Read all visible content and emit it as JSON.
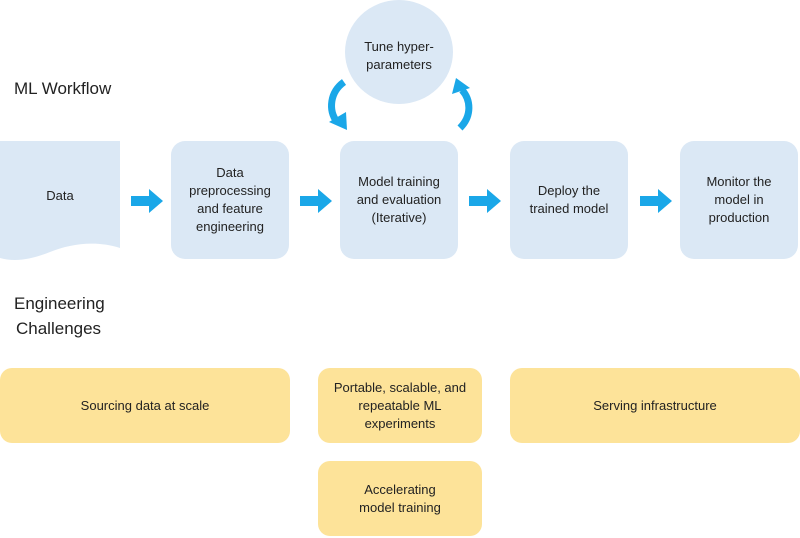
{
  "workflow": {
    "title": "ML Workflow",
    "data_label": "Data",
    "stages": [
      [
        "Data",
        "preprocessing",
        "and feature",
        "engineering"
      ],
      [
        "Model training",
        "and evaluation",
        "(Iterative)"
      ],
      [
        "Deploy the",
        "trained model"
      ],
      [
        "Monitor the",
        "model in",
        "production"
      ]
    ],
    "tuning": [
      "Tune hyper-",
      "parameters"
    ]
  },
  "challenges": {
    "title": [
      "Engineering",
      "Challenges"
    ],
    "items": [
      [
        "Sourcing data at scale"
      ],
      [
        "Portable, scalable, and",
        "repeatable ML",
        "experiments"
      ],
      [
        "Serving infrastructure"
      ],
      [
        "Accelerating",
        "model training"
      ]
    ]
  },
  "colors": {
    "stage_fill": "#dbe8f5",
    "challenge_fill": "#fde399",
    "arrow": "#1aa7e8"
  }
}
